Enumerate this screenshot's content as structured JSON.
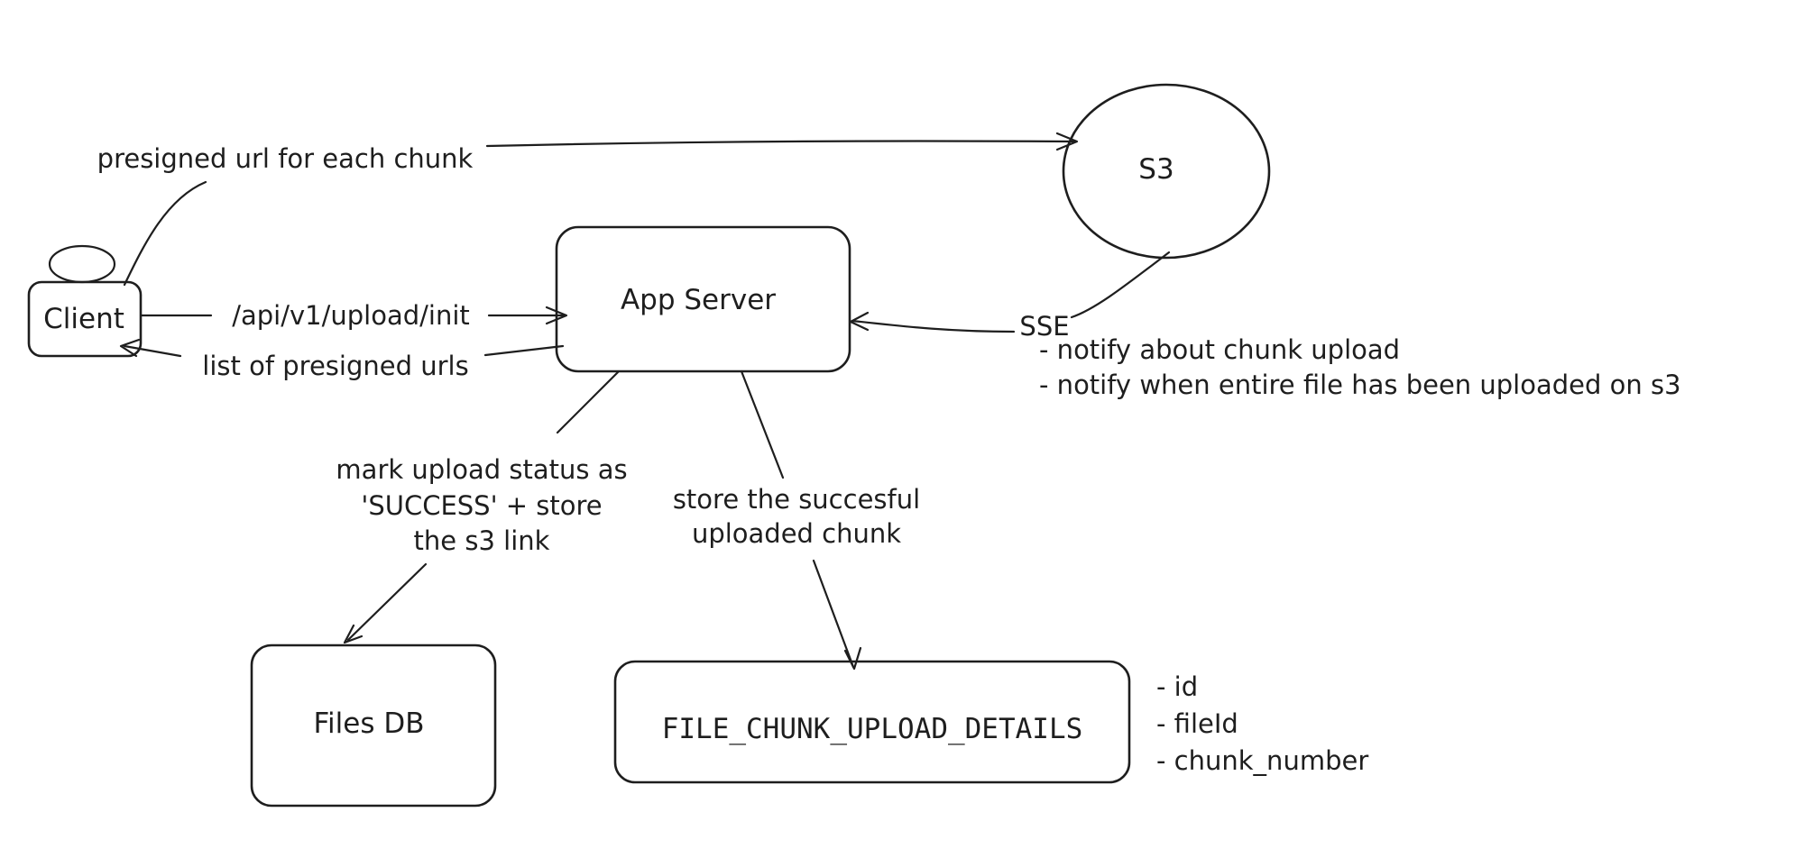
{
  "nodes": {
    "client": "Client",
    "app_server": "App Server",
    "s3": "S3",
    "files_db": "Files DB",
    "chunk_table": "FILE_CHUNK_UPLOAD_DETAILS"
  },
  "edges": {
    "presigned_each": "presigned url for each chunk",
    "init_api": "/api/v1/upload/init",
    "list_urls": "list of presigned urls",
    "sse": "SSE",
    "mark_status": [
      "mark upload status as",
      "'SUCCESS' + store",
      "the s3 link"
    ],
    "store_chunk": [
      "store the succesful",
      "uploaded chunk"
    ]
  },
  "notes": {
    "sse_notes": [
      "- notify about chunk upload",
      "- notify when entire file has been uploaded on s3"
    ],
    "chunk_fields": [
      "- id",
      "- fileId",
      "- chunk_number"
    ]
  }
}
